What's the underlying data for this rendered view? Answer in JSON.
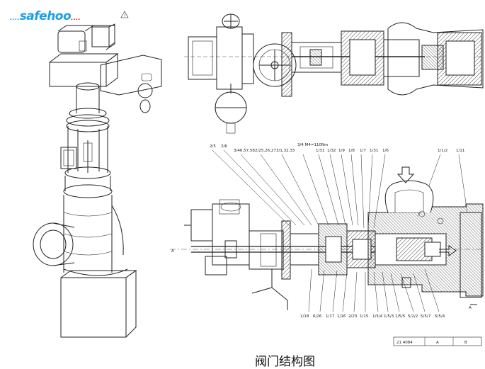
{
  "logo": {
    "text": "safehoo",
    "prefix_dots": "....",
    "suffix_dots": "...."
  },
  "caption": "阀门结构图",
  "warning_mark": "!",
  "callouts_top": [
    "2/5",
    "2/6",
    "3/46,57,58",
    "2/25,26,27",
    "3/1,32,33",
    "3/4\nM4=110Nm",
    "1/31",
    "1/32",
    "1/9",
    "1/8",
    "1/7",
    "1/31",
    "1/6",
    "1/1/2",
    "1/11"
  ],
  "callouts_bottom": [
    "1/18",
    "6/26",
    "1/17",
    "1/16",
    "2/23",
    "1/15",
    "1/5/4",
    "1/5/3",
    "1/5/5",
    "5/2/2",
    "5/5/7",
    "5/5/4"
  ],
  "titleblock": [
    "21 4084",
    "A",
    "B"
  ]
}
